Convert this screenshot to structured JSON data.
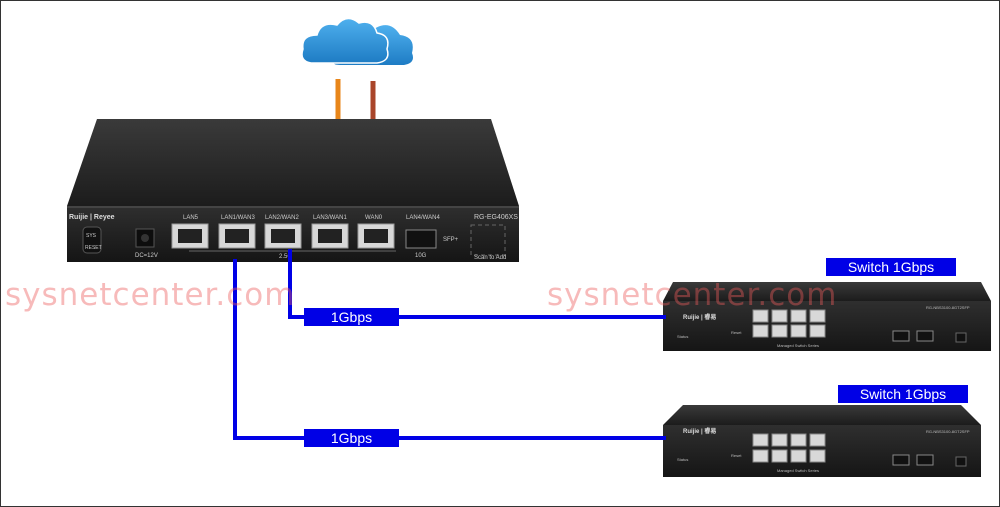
{
  "watermark": "sysnetcenter.com",
  "router": {
    "brand": "Ruijie | Reyee",
    "model": "RG-EG406XS",
    "sys_label": "SYS",
    "reset_label": "RESET",
    "dc_label": "DC=12V",
    "ports": [
      "LAN5",
      "LAN1/WAN3",
      "LAN2/WAN2",
      "LAN3/WAN1",
      "WAN0",
      "LAN4/WAN4"
    ],
    "speed_25": "2.5G",
    "speed_10": "10G",
    "sfp_label": "SFP+",
    "scan_label": "Scan to Add"
  },
  "switch1": {
    "label": "Switch 1Gbps",
    "brand": "Ruijie | 睿易",
    "model": "RG-NBS3100-8GT2SFP",
    "series": "Managed Switch Series",
    "status": "Status",
    "reset": "Reset"
  },
  "switch2": {
    "label": "Switch 1Gbps",
    "brand": "Ruijie | 睿易",
    "model": "RG-NBS3100-8GT2SFP",
    "series": "Managed Switch Series",
    "status": "Status",
    "reset": "Reset"
  },
  "links": [
    {
      "label": "1Gbps"
    },
    {
      "label": "1Gbps"
    }
  ],
  "colors": {
    "link_blue": "#0000e6",
    "wan_orange": "#e8861a",
    "wan_brown": "#a9452a",
    "cloud_blue": "#2a8fd6",
    "device_body": "#2b2b2b"
  },
  "icons": [
    "cloud-icon"
  ]
}
